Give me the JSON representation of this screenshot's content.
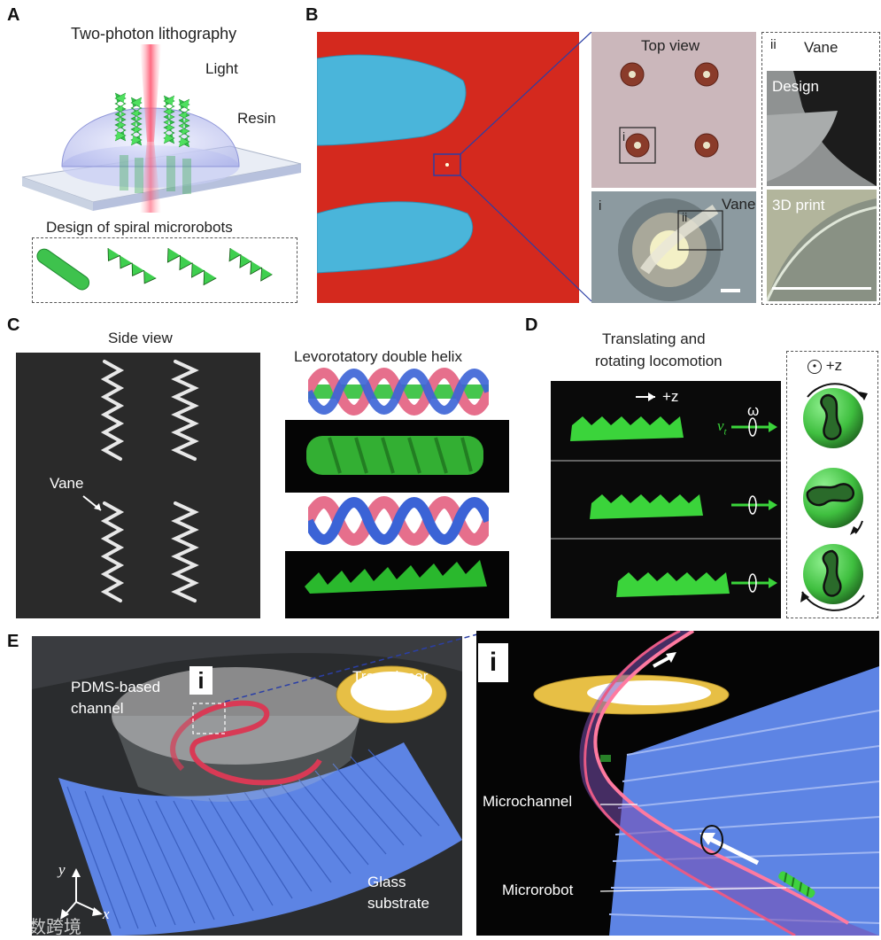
{
  "panels": {
    "A": {
      "letter": "A",
      "title": "Two-photon lithography",
      "light": "Light",
      "resin": "Resin",
      "design_caption": "Design of spiral microrobots"
    },
    "B": {
      "letter": "B",
      "top_view": "Top view",
      "inset_i": "i",
      "inset_ii_small": "ii",
      "vane_right": "Vane",
      "ii_label": "ii",
      "vane_header": "Vane",
      "design": "Design",
      "print": "3D print",
      "i_label": "i"
    },
    "C": {
      "letter": "C",
      "side_view": "Side view",
      "helix_title": "Levorotatory double helix",
      "vane": "Vane"
    },
    "D": {
      "letter": "D",
      "title_line1": "Translating and",
      "title_line2": "rotating locomotion",
      "plus_z": "+z",
      "omega": "ω",
      "vt": "v",
      "vt_sub": "t",
      "legend_z": "+z"
    },
    "E": {
      "letter": "E",
      "inset_i": "i",
      "pdms_line1": "PDMS-based",
      "pdms_line2": "channel",
      "transducer": "Transducer",
      "glass_line1": "Glass",
      "glass_line2": "substrate",
      "axis_y": "y",
      "axis_x": "x",
      "zoom_i": "i",
      "microchannel": "Microchannel",
      "microrobot": "Microrobot",
      "watermark": "大数跨境"
    }
  },
  "colors": {
    "green": "#3fcf3f",
    "red_bg": "#d8281d",
    "glove": "#4cb7dc",
    "blue_fins": "#5e86e6",
    "pink": "#e0728c",
    "gold": "#e9c24a"
  }
}
